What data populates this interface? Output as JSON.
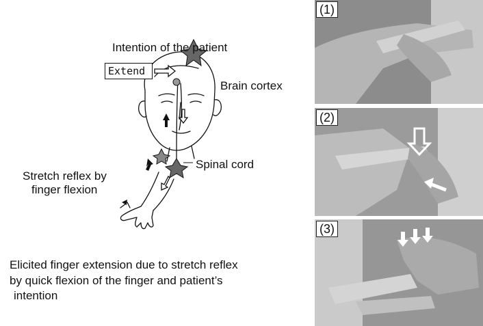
{
  "labels": {
    "intention": "Intention of the patient",
    "extend": "Extend",
    "brain_cortex": "Brain cortex",
    "spinal_cord": "Spinal cord",
    "stretch_line1": "Stretch reflex by",
    "stretch_line2": "finger flexion",
    "caption_line1": "Elicited finger extension due to stretch reflex",
    "caption_line2": "by quick flexion of the finger and patient’s",
    "caption_line3": "intention"
  },
  "panels": [
    {
      "label": "(1)"
    },
    {
      "label": "(2)"
    },
    {
      "label": "(3)"
    }
  ]
}
